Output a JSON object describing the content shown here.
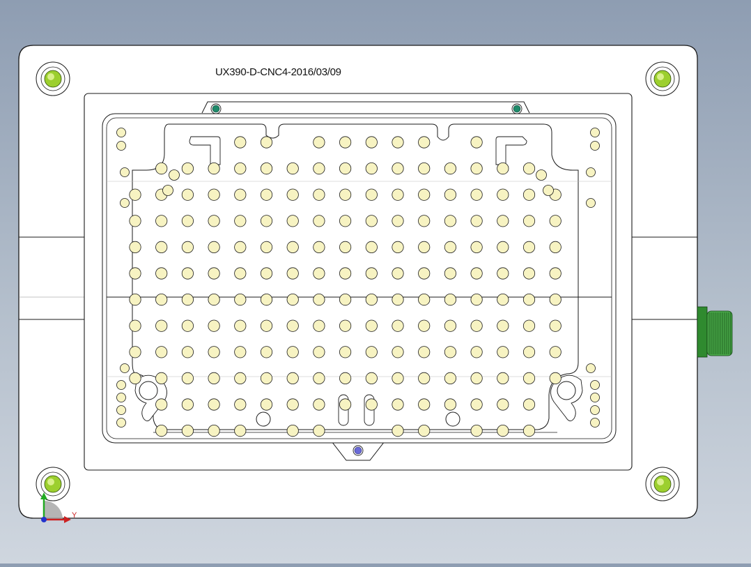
{
  "drawing": {
    "title": "UX390-D-CNC4-2016/03/09",
    "grid": {
      "columns": 17,
      "rows": 12
    }
  },
  "triad": {
    "axis_label": "Y"
  },
  "colors": {
    "background_top": "#8e9db2",
    "background_bottom": "#cfd6df",
    "plate": "#ffffff",
    "edge": "#1a1a1a",
    "hole_fill": "#f7f3c2",
    "screw_green": "#9ccf2e",
    "dowel_teal": "#1e8a6a",
    "pin_blue": "#5a5ad0",
    "connector_green": "#3a9a3a"
  },
  "icons": [
    "corner-screw-icon",
    "dowel-pin-icon",
    "locating-pin-icon",
    "thread-connector-icon",
    "axis-triad-icon"
  ]
}
